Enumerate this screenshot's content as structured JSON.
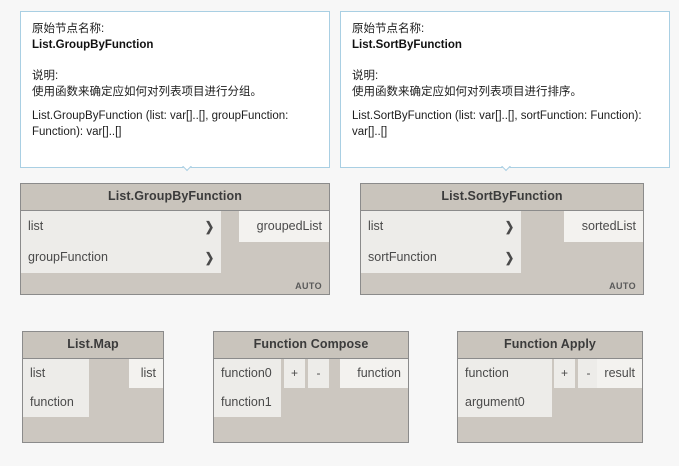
{
  "canvas": {
    "background": "#f7f7f7",
    "node_header_color": "#c9c4bc",
    "node_body_color": "#ccc7c0",
    "port_color": "#edece9",
    "tooltip_border_color": "#a9cfe3"
  },
  "tooltips": [
    {
      "name_label": "原始节点名称:",
      "name_value": "List.GroupByFunction",
      "desc_label": "说明:",
      "desc_value": "使用函数来确定应如何对列表项目进行分组。",
      "signature": "List.GroupByFunction (list: var[]..[], groupFunction: Function): var[]..[]"
    },
    {
      "name_label": "原始节点名称:",
      "name_value": "List.SortByFunction",
      "desc_label": "说明:",
      "desc_value": "使用函数来确定应如何对列表项目进行排序。",
      "signature": "List.SortByFunction (list: var[]..[], sortFunction: Function): var[]..[]"
    }
  ],
  "nodes": [
    {
      "title": "List.GroupByFunction",
      "inputs": [
        {
          "label": "list",
          "chevron": "chevron-right-icon"
        },
        {
          "label": "groupFunction",
          "chevron": "chevron-right-icon"
        }
      ],
      "outputs": [
        {
          "label": "groupedList"
        }
      ],
      "lacing": "AUTO",
      "plus_label": "",
      "minus_label": ""
    },
    {
      "title": "List.SortByFunction",
      "inputs": [
        {
          "label": "list",
          "chevron": "chevron-right-icon"
        },
        {
          "label": "sortFunction",
          "chevron": "chevron-right-icon"
        }
      ],
      "outputs": [
        {
          "label": "sortedList"
        }
      ],
      "lacing": "AUTO",
      "plus_label": "",
      "minus_label": ""
    },
    {
      "title": "List.Map",
      "inputs": [
        {
          "label": "list",
          "chevron": ""
        },
        {
          "label": "function",
          "chevron": ""
        }
      ],
      "outputs": [
        {
          "label": "list"
        }
      ],
      "lacing": "",
      "plus_label": "",
      "minus_label": ""
    },
    {
      "title": "Function Compose",
      "inputs": [
        {
          "label": "function0",
          "chevron": ""
        },
        {
          "label": "function1",
          "chevron": ""
        }
      ],
      "outputs": [
        {
          "label": "function"
        }
      ],
      "lacing": "",
      "plus_label": "+",
      "minus_label": "-"
    },
    {
      "title": "Function Apply",
      "inputs": [
        {
          "label": "function",
          "chevron": ""
        },
        {
          "label": "argument0",
          "chevron": ""
        }
      ],
      "outputs": [
        {
          "label": "result"
        }
      ],
      "lacing": "",
      "plus_label": "+",
      "minus_label": "-"
    }
  ]
}
